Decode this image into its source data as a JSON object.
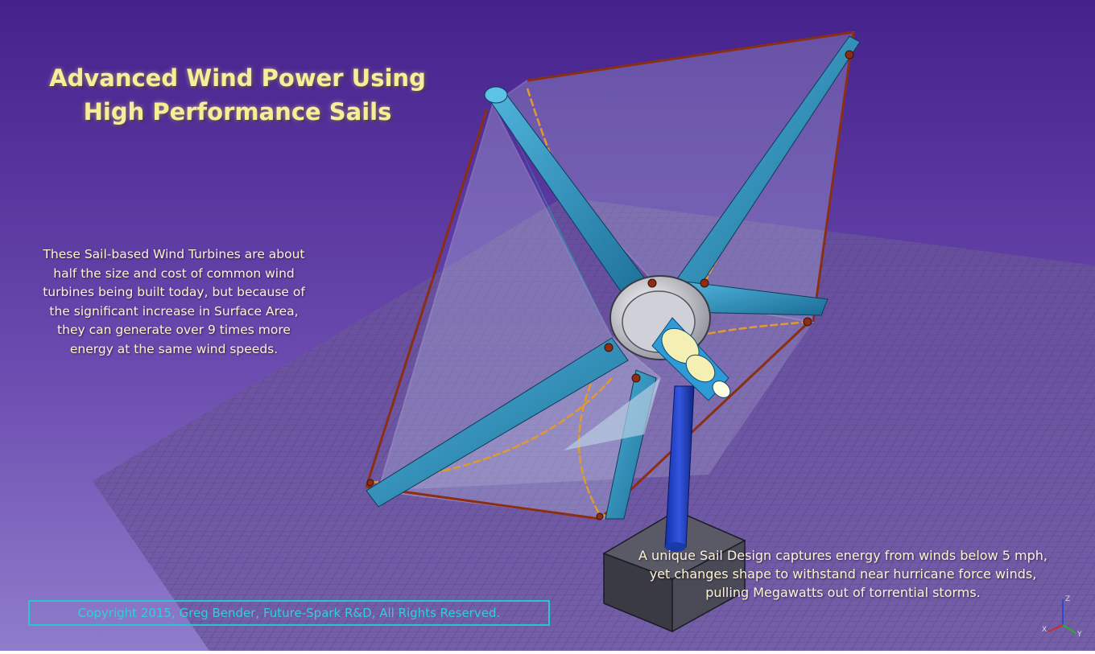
{
  "title": {
    "line1": "Advanced Wind Power Using",
    "line2": "High Performance Sails"
  },
  "description_left": {
    "lines": [
      "These Sail-based Wind Turbines are about",
      "half the size and cost of common wind",
      "turbines being built today, but because of",
      "the significant increase in Surface Area,",
      "they can generate over 9 times more",
      "energy at the same wind speeds."
    ]
  },
  "description_right": {
    "lines": [
      "A unique Sail Design captures energy from winds below 5 mph,",
      "yet changes shape to withstand near hurricane force winds,",
      "pulling Megawatts out of torrential storms."
    ]
  },
  "copyright": "Copyright 2015, Greg Bender, Future-Spark R&D, All Rights Reserved.",
  "axis_indicator": {
    "z": "Z",
    "x": "X",
    "y": "Y"
  },
  "colors": {
    "background_top": "#4a2590",
    "background_bottom": "#8a74c8",
    "title_text": "#f7ee9a",
    "body_text": "#fbf5d2",
    "copyright_text": "#2fd0d8",
    "copyright_border": "#26c6d2",
    "turbine_blade": "#2a86b0",
    "tower": "#1c3ec0"
  }
}
